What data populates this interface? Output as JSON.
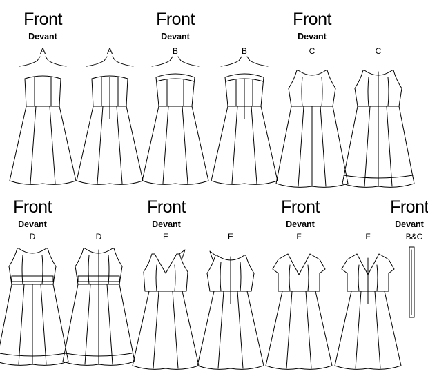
{
  "headings": [
    {
      "front": "Front",
      "devant": "Devant"
    },
    {
      "front": "Front",
      "devant": "Devant"
    },
    {
      "front": "Front",
      "devant": "Devant"
    },
    {
      "front": "Front",
      "devant": "Devant"
    },
    {
      "front": "Front",
      "devant": "Devant"
    },
    {
      "front": "Front",
      "devant": "Devant"
    },
    {
      "front": "Front",
      "devant": "Devant"
    }
  ],
  "view_letters": [
    "A",
    "A",
    "B",
    "B",
    "C",
    "C",
    "D",
    "D",
    "E",
    "E",
    "F",
    "F",
    "B&C"
  ],
  "accent_color": "#000000",
  "background_color": "#ffffff"
}
